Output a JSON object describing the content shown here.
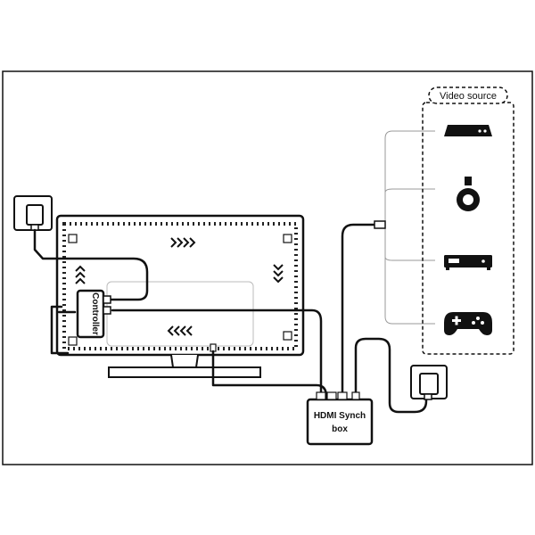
{
  "diagram": {
    "video_source_label": "Video source",
    "controller_label": "Controller",
    "sync_box_label_line1": "HDMI Synch",
    "sync_box_label_line2": "box",
    "sources": [
      {
        "icon": "set-top-box-icon"
      },
      {
        "icon": "streaming-stick-icon"
      },
      {
        "icon": "media-player-icon"
      },
      {
        "icon": "gamepad-icon"
      }
    ],
    "colors": {
      "line": "#111111",
      "thin_line": "#9a9a9a",
      "led_strip": "#222222",
      "background": "#ffffff"
    }
  }
}
